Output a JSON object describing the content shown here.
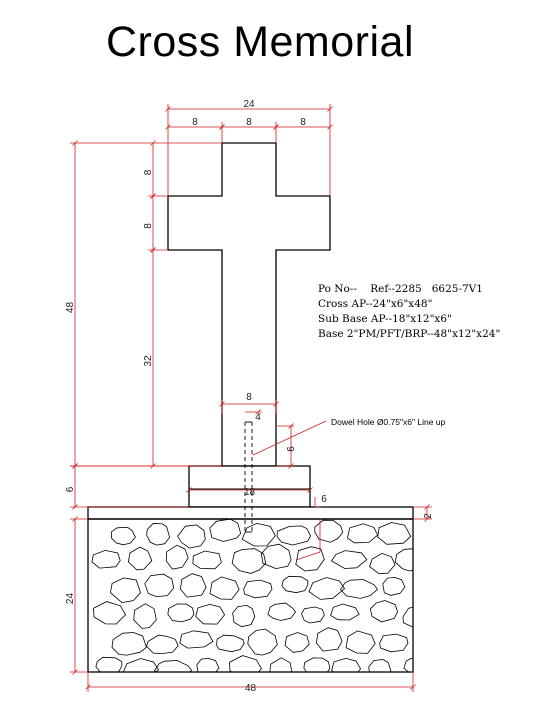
{
  "title": "Cross Memorial",
  "specs": {
    "po_line": "Po No--    Ref--2285   6625-7V1",
    "cross": "Cross AP--24\"x6\"x48\"",
    "sub_base": "Sub Base AP--18\"x12\"x6\"",
    "base": "Base 2\"PM/PFT/BRP--48\"x12\"x24\""
  },
  "dimensions": {
    "arm_total": "24",
    "arm_left": "8",
    "arm_center": "8",
    "arm_right": "8",
    "top_segment": "8",
    "arm_height": "8",
    "cross_height": "48",
    "stem_lower": "32",
    "stem_width": "8",
    "dowel_offset": "4",
    "dowel_depth": "6",
    "sub_base_height": "6",
    "sub_base_width": "18",
    "sub_base_step": "6",
    "base_cap": "2",
    "base_height": "24",
    "base_width": "48"
  },
  "callout": "Dowel Hole Ø0.75\"x6\" Line up",
  "colors": {
    "dimension": "#cc1f1f",
    "outline": "#000000"
  }
}
